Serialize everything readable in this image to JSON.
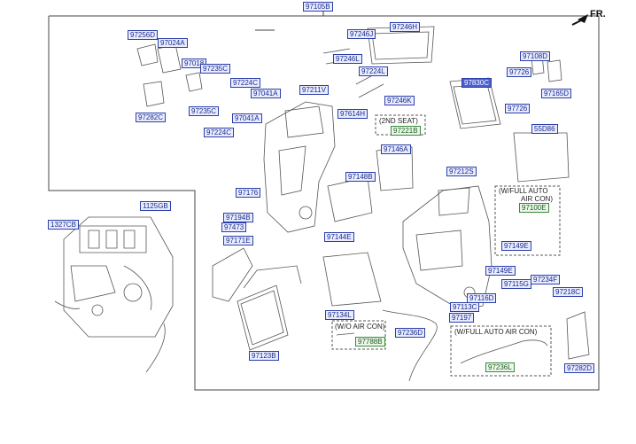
{
  "header": {
    "main_part": "97105B",
    "direction": "FR."
  },
  "labels": {
    "p97256D": "97256D",
    "p97024A": "97024A",
    "p97018": "97018",
    "p97235C_a": "97235C",
    "p97224C_a": "97224C",
    "p97041A_a": "97041A",
    "p97282C": "97282C",
    "p97235C_b": "97235C",
    "p97041A_b": "97041A",
    "p97224C_b": "97224C",
    "p97246J": "97246J",
    "p97246H": "97246H",
    "p97246L": "97246L",
    "p97224L": "97224L",
    "p97211V": "97211V",
    "p97246K": "97246K",
    "p97614H": "97614H",
    "p97221B": "97221B",
    "p97146A": "97146A",
    "p97148B": "97148B",
    "p97176": "97176",
    "p97194B": "97194B",
    "p97473": "97473",
    "p97171E": "97171E",
    "p97144E": "97144E",
    "p97212S": "97212S",
    "p97108D": "97108D",
    "p97726_a": "97726",
    "p97165D": "97165D",
    "p97830C": "97830C",
    "p97726_b": "97726",
    "p55D86": "55D86",
    "p97100E": "97100E",
    "p97149E_a": "97149E",
    "p97149E_b": "97149E",
    "p97234F": "97234F",
    "p97115G": "97115G",
    "p97218C": "97218C",
    "p97116D": "97116D",
    "p97113C": "97113C",
    "p97197": "97197",
    "p97134L": "97134L",
    "p97236D": "97236D",
    "p97788B": "97788B",
    "p97236L": "97236L",
    "p97282D": "97282D",
    "p97123B": "97123B",
    "p1327CB": "1327CB",
    "p1125GB": "1125GB"
  },
  "notes": {
    "second_seat": "(2ND SEAT)",
    "full_auto_1a": "(W/FULL AUTO",
    "full_auto_1b": "AIR CON)",
    "wo_air_con": "(W/O AIR CON)",
    "full_auto_2": "(W/FULL AUTO AIR CON)"
  }
}
